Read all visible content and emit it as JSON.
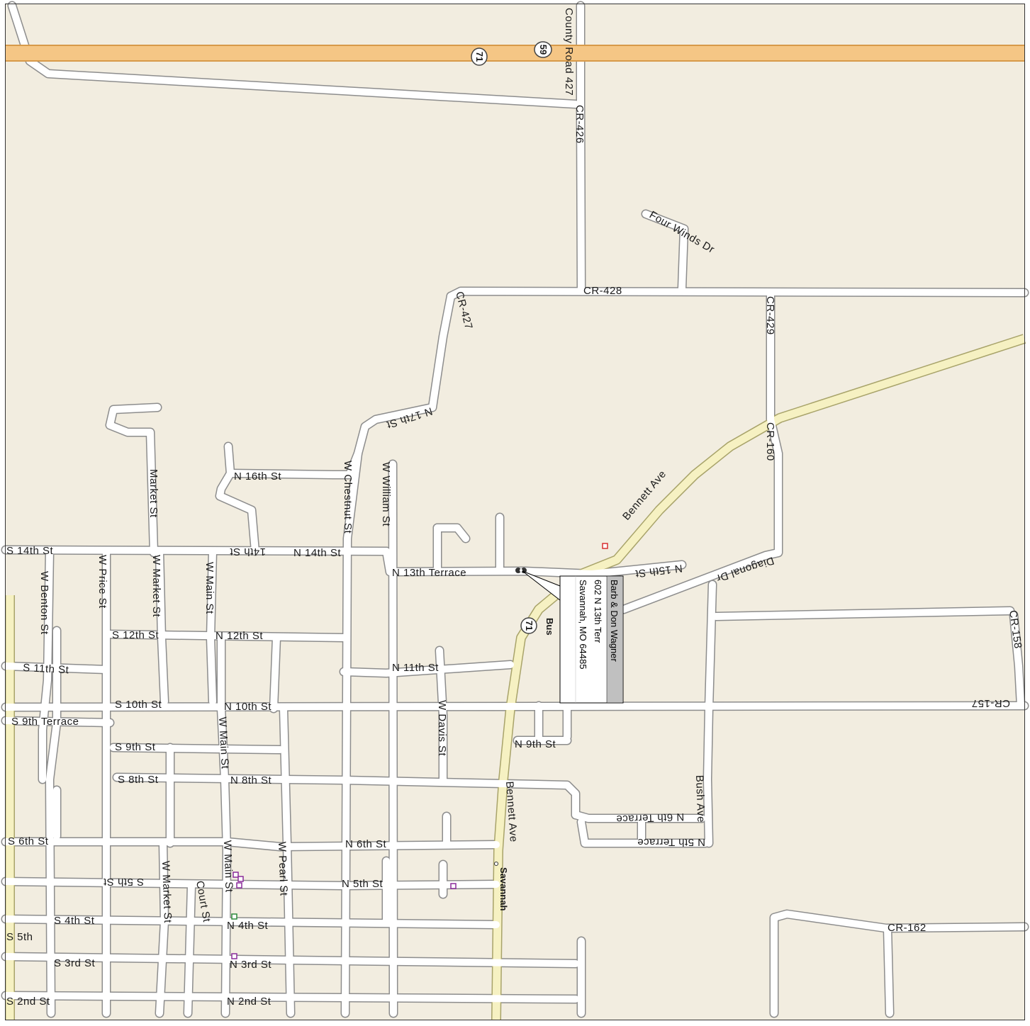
{
  "map": {
    "colors": {
      "land": "#f2ede0",
      "highway": "#f5c685",
      "highway_edge": "#d79a4a",
      "major_road": "#f6f1c2",
      "street": "#ffffff",
      "poi_red": "#d83030",
      "poi_purple": "#8a2c9a",
      "poi_green": "#2c8a3a"
    },
    "shields": {
      "us71_top": "71",
      "mo59": "59",
      "bus71": "71",
      "bus_label": "Bus"
    },
    "callout": {
      "line1": "Barb & Don Wagner",
      "line2": "602 N 13th Terr",
      "line3": "Savannah, MO 64485"
    },
    "town_label": "Savannah",
    "labels": {
      "county_road_427": "County Road 427",
      "cr_426": "CR-426",
      "four_winds": "Four Winds Dr",
      "cr_428": "CR-428",
      "cr_427": "CR-427",
      "cr_429": "CR-429",
      "cr_160": "CR-160",
      "n_17th": "N 17th St",
      "bennett_ave_n": "Bennett Ave",
      "bennett_ave_s": "Bennett Ave",
      "diagonal_dr": "Diagonal Dr",
      "n_15th": "N 15th St",
      "n_16th": "N 16th St",
      "market_st_n": "Market St",
      "w_chestnut": "W Chestnut St",
      "w_william": "W William St",
      "s_14th": "S 14th St",
      "w_14th_st": "14th St",
      "n_14th": "N 14th St",
      "n_13th_terrace": "N 13th Terrace",
      "w_benton": "W Benton St",
      "w_price": "W Price St",
      "w_market_1": "W Market St",
      "w_main_1": "W Main St",
      "s_12th": "S 12th St",
      "n_12th": "N 12th St",
      "s_11th": "S 11th St",
      "n_11th": "N 11th St",
      "cr_158": "CR-158",
      "s_10th": "S 10th St",
      "n_10th": "N 10th St",
      "cr_157": "CR-157",
      "w_davis": "W Davis St",
      "s_9th_terrace": "S 9th Terrace",
      "w_main_2": "W Main St",
      "s_9th": "S 9th St",
      "n_9th": "N 9th St",
      "s_8th": "S 8th St",
      "n_8th": "N 8th St",
      "bush_ave": "Bush Ave",
      "n_6th_terrace": "N 6th Terrace",
      "n_5th_terrace": "N 5th Terrace",
      "s_6th": "S 6th St",
      "w_main_3": "W Main St",
      "w_pearl": "W Pearl St",
      "n_6th": "N 6th St",
      "s_5th": "S 5th St",
      "w_market_2": "W Market St",
      "court_st": "Court St",
      "n_5th": "N 5th St",
      "s_4th": "S 4th St",
      "n_4th": "N 4th St",
      "cr_162": "CR-162",
      "s_5th_short": "S 5th",
      "s_3rd": "S 3rd St",
      "n_3rd": "N 3rd St",
      "s_2nd": "S 2nd St",
      "n_2nd": "N 2nd St"
    }
  }
}
